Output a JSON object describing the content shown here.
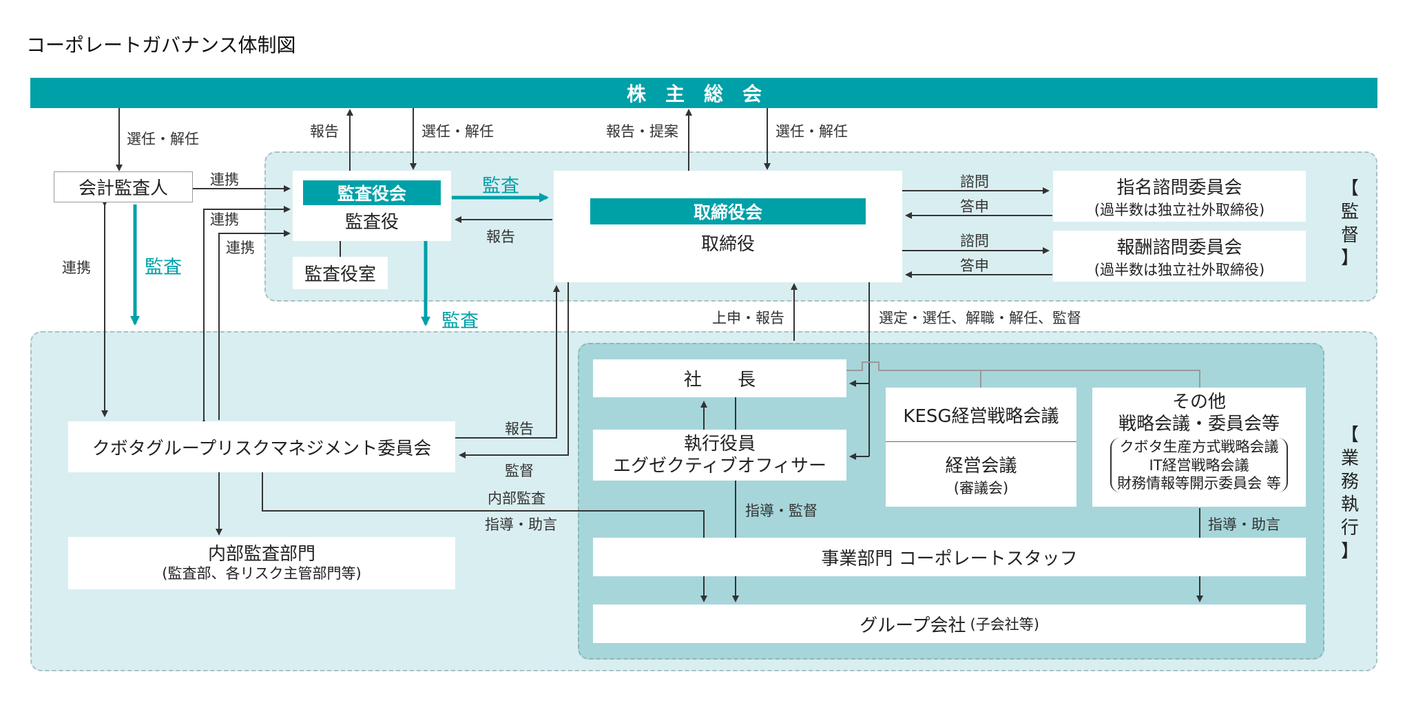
{
  "title": "コーポレートガバナンス体制図",
  "shareholders_meeting": "株主総会",
  "boxes": {
    "accounting_auditor": "会計監査人",
    "audit_board_header": "監査役会",
    "audit_board_member": "監査役",
    "audit_office": "監査役室",
    "board_header": "取締役会",
    "board_member": "取締役",
    "nomination_committee": "指名諮問委員会",
    "nomination_note": "(過半数は独立社外取締役)",
    "compensation_committee": "報酬諮問委員会",
    "compensation_note": "(過半数は独立社外取締役)",
    "president": "社 長",
    "executive_line1": "執行役員",
    "executive_line2": "エグゼクティブオフィサー",
    "kesg": "KESG経営戦略会議",
    "management_meeting": "経営会議",
    "management_note": "(審議会)",
    "others_line1": "その他",
    "others_line2": "戦略会議・委員会等",
    "others_sub1": "クボタ生産方式戦略会議",
    "others_sub2": "IT経営戦略会議",
    "others_sub3": "財務情報等開示委員会 等",
    "risk_committee": "クボタグループリスクマネジメント委員会",
    "internal_audit": "内部監査部門",
    "internal_audit_note": "(監査部、各リスク主管部門等)",
    "business_units": "事業部門 コーポレートスタッフ",
    "group_companies": "グループ会社",
    "group_companies_note": "(子会社等)"
  },
  "labels": {
    "appoint_dismiss_1": "選任・解任",
    "report_1": "報告",
    "appoint_dismiss_2": "選任・解任",
    "report_proposal": "報告・提案",
    "appoint_dismiss_3": "選任・解任",
    "coop_1": "連携",
    "coop_2": "連携",
    "coop_3": "連携",
    "coop_4": "連携",
    "audit_1": "監査",
    "audit_2": "監査",
    "audit_3": "監査",
    "report_2": "報告",
    "consult_1": "諮問",
    "reply_1": "答申",
    "consult_2": "諮問",
    "reply_2": "答申",
    "proposal_report": "上申・報告",
    "select_appoint": "選定・選任、解職・解任、監督",
    "report_3": "報告",
    "supervise_1": "監督",
    "internal_audit_lbl": "内部監査",
    "guidance_advice_1": "指導・助言",
    "guidance_supervise": "指導・監督",
    "guidance_advice_2": "指導・助言"
  },
  "side_labels": {
    "supervision": [
      "【",
      "監",
      "督",
      "】"
    ],
    "execution": [
      "【",
      "業",
      "務",
      "執",
      "行",
      "】"
    ]
  },
  "colors": {
    "teal": "#00a0a8",
    "region_light": "#d9eef0",
    "region_inner": "#a6d6da",
    "line": "#333333"
  }
}
